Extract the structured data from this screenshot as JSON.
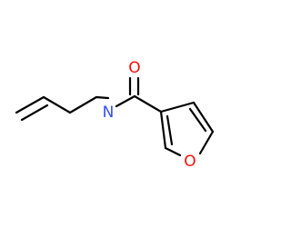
{
  "molecule": {
    "atoms": {
      "oxygen_carbonyl": {
        "symbol": "O",
        "color": "#ff0d0d"
      },
      "nitrogen_amide": {
        "symbol": "N",
        "color": "#3050f8"
      },
      "oxygen_furan": {
        "symbol": "O",
        "color": "#ff0d0d"
      }
    },
    "bond_color": "#000000"
  }
}
